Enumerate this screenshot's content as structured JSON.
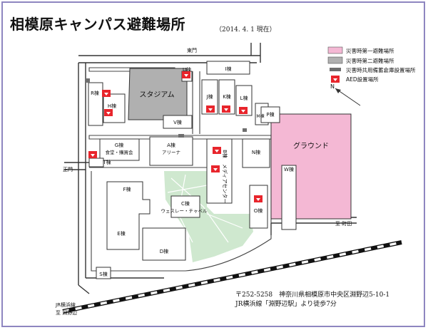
{
  "title": "相模原キャンパス避難場所",
  "date": "（2014. 4. 1 現在）",
  "legend": [
    {
      "label": "災害時第一避難場所",
      "color": "#f4b8d4"
    },
    {
      "label": "災害時第二避難場所",
      "color": "#b0b0b0"
    },
    {
      "label": "災害時共用備蓄倉庫設置場所",
      "color": "#6e6e6e"
    },
    {
      "label": "AED設置場所",
      "color": "#e8252c"
    }
  ],
  "aed_mark": "AED",
  "north_mark": "N",
  "gates": {
    "east": "東門",
    "main": "正門"
  },
  "buildings": {
    "stadium": "スタジアム",
    "ground": "グラウンド",
    "g": "G棟",
    "g_sub": "食堂・購買会",
    "a": "A棟",
    "a_sub": "アリーナ",
    "b": "B棟",
    "b_sub": "メディアセンター",
    "c": "C棟",
    "c_sub": "ウェスレー・チャペル",
    "d": "D棟",
    "e": "E棟",
    "f": "F棟",
    "h": "H棟",
    "i": "I棟",
    "j": "J棟",
    "k": "K棟",
    "l": "L棟",
    "n": "N棟",
    "o": "O棟",
    "p": "P棟",
    "r": "R棟",
    "s": "S棟",
    "t": "T棟",
    "u": "U棟",
    "v": "V棟",
    "w": "W棟",
    "m": "M棟"
  },
  "directions": {
    "machida": "至 町田",
    "jr_line": "JR横浜線",
    "fuchinobe": "至 淵野辺"
  },
  "address": {
    "line1": "〒252-5258　神奈川県相模原市中央区淵野辺5-10-1",
    "line2": "JR横浜線「淵野辺駅」より徒歩7分"
  }
}
